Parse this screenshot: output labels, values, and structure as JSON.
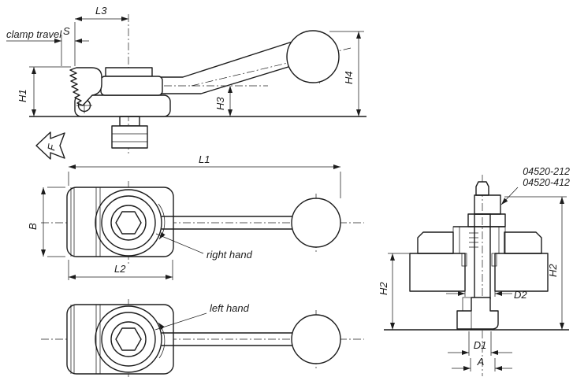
{
  "drawing_title": "adjustable clamping lever technical drawing",
  "colors": {
    "line": "#1c1c1c",
    "background": "#ffffff"
  },
  "labels": {
    "clamp_travel": "clamp travel",
    "s": "S",
    "l3": "L3",
    "h1": "H1",
    "h3": "H3",
    "h4": "H4",
    "f": "F",
    "l1": "L1",
    "l2": "L2",
    "b": "B",
    "right_hand": "right hand",
    "left_hand": "left hand",
    "part_no_1": "04520-212",
    "part_no_2": "04520-412",
    "h2": "H2",
    "d2": "D2",
    "d1": "D1",
    "a": "A"
  }
}
